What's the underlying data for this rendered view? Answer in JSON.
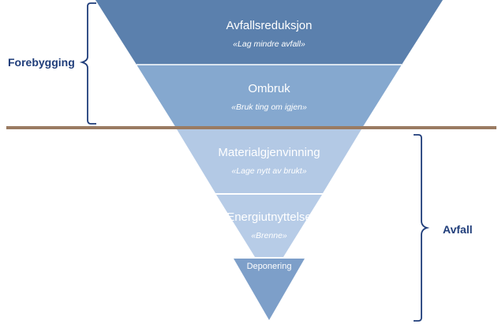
{
  "colors": {
    "tier1": "#5b80ad",
    "tier2": "#85a8cf",
    "tier3": "#b3c9e5",
    "tier4": "#b7cce7",
    "tier5": "#7d9fc9",
    "divider": "#9a7b62",
    "bracket": "#1f3d7a",
    "label": "#1f3d7a"
  },
  "tiers": [
    {
      "title": "Avfallsreduksjon",
      "subtitle": "«Lag mindre avfall»"
    },
    {
      "title": "Ombruk",
      "subtitle": "«Bruk ting om igjen»"
    },
    {
      "title": "Materialgjenvinning",
      "subtitle": "«Lage nytt av brukt»"
    },
    {
      "title": "Energiutnyttelse",
      "subtitle": "«Brenne»"
    },
    {
      "title": "Deponering"
    }
  ],
  "groups": {
    "top": {
      "label": "Forebygging"
    },
    "bottom": {
      "label": "Avfall"
    }
  }
}
